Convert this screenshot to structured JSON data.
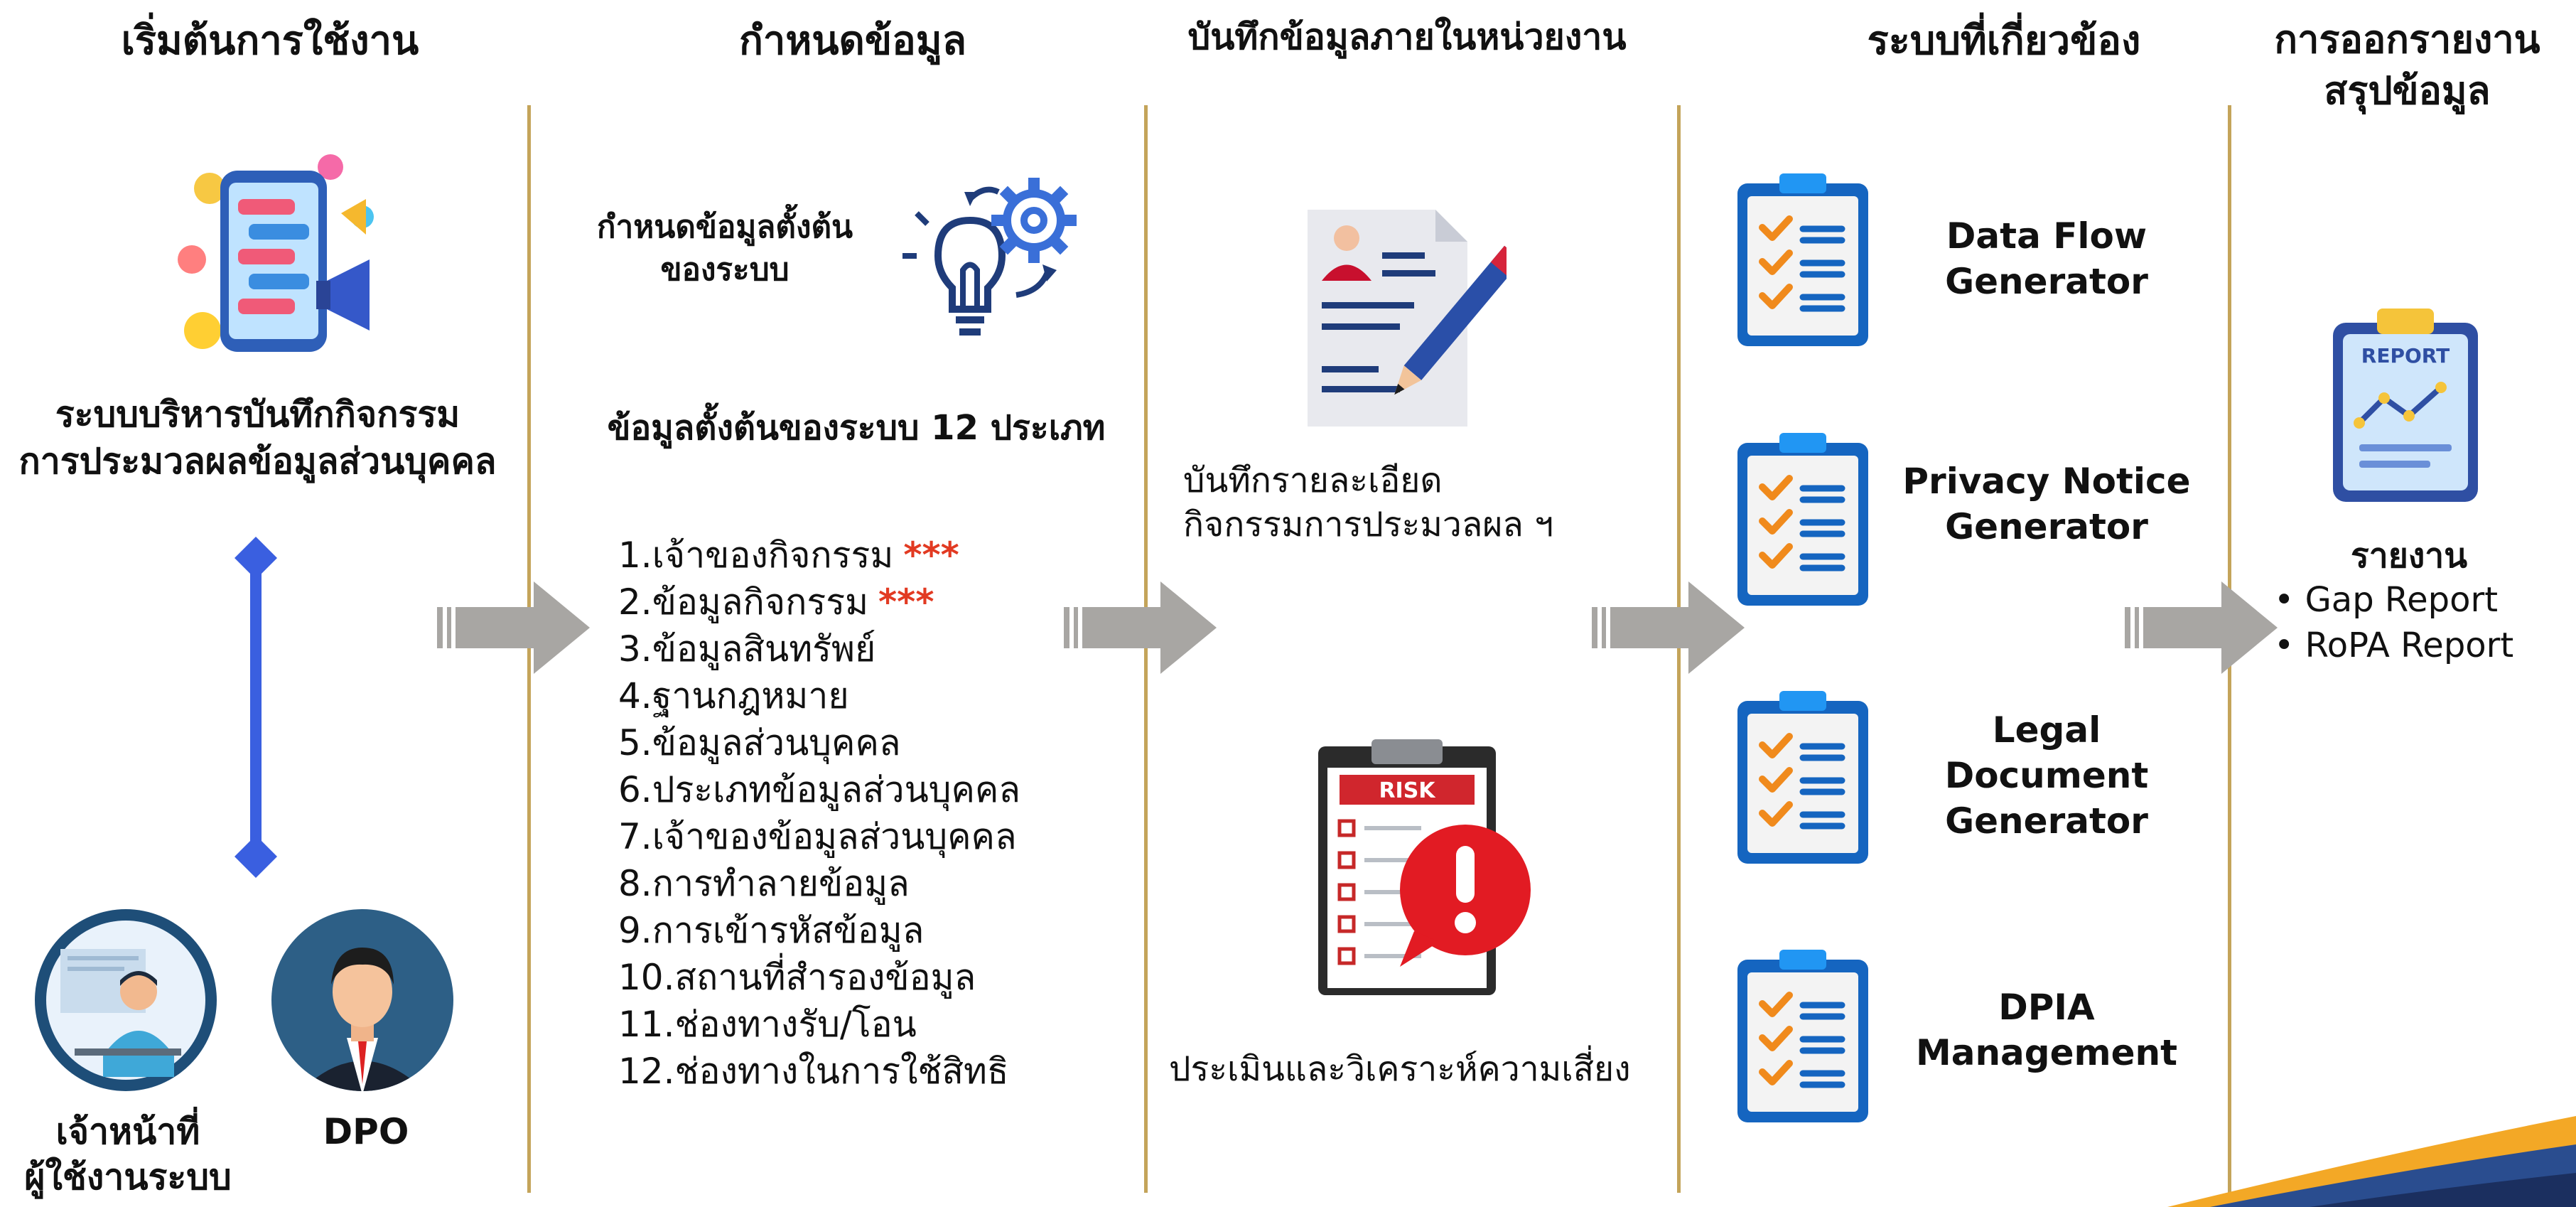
{
  "columns": {
    "start": {
      "title": "เริ่มต้นการใช้งาน"
    },
    "define": {
      "title": "กำหนดข้อมูล"
    },
    "record": {
      "title": "บันทึกข้อมูลภายในหน่วยงาน"
    },
    "related": {
      "title": "ระบบที่เกี่ยวข้อง"
    },
    "report": {
      "title_line1": "การออกรายงาน",
      "title_line2": "สรุปข้อมูล"
    }
  },
  "start": {
    "system_line1": "ระบบบริหารบันทึกกิจกรรม",
    "system_line2": "การประมวลผลข้อมูลส่วนบุคคล",
    "officer_line1": "เจ้าหน้าที่",
    "officer_line2": "ผู้ใช้งานระบบ",
    "dpo_label": "DPO"
  },
  "define": {
    "setup_line1": "กำหนดข้อมูลตั้งต้น",
    "setup_line2": "ของระบบ",
    "subtitle": "ข้อมูลตั้งต้นของระบบ 12 ประเภท",
    "items": [
      {
        "text": "1.เจ้าของกิจกรรม",
        "mark": "***"
      },
      {
        "text": "2.ข้อมูลกิจกรรม",
        "mark": "***"
      },
      {
        "text": "3.ข้อมูลสินทรัพย์",
        "mark": ""
      },
      {
        "text": "4.ฐานกฎหมาย",
        "mark": ""
      },
      {
        "text": "5.ข้อมูลส่วนบุคคล",
        "mark": ""
      },
      {
        "text": "6.ประเภทข้อมูลส่วนบุคคล",
        "mark": ""
      },
      {
        "text": "7.เจ้าของข้อมูลส่วนบุคคล",
        "mark": ""
      },
      {
        "text": "8.การทำลายข้อมูล",
        "mark": ""
      },
      {
        "text": "9.การเข้ารหัสข้อมูล",
        "mark": ""
      },
      {
        "text": "10.สถานที่สำรองข้อมูล",
        "mark": ""
      },
      {
        "text": "11.ช่องทางรับ/โอน",
        "mark": ""
      },
      {
        "text": "12.ช่องทางในการใช้สิทธิ",
        "mark": ""
      }
    ]
  },
  "record": {
    "detail_line1": "บันทึกรายละเอียด",
    "detail_line2": "กิจกรรมการประมวลผล ฯ",
    "risk_label": "ประเมินและวิเคราะห์ความเสี่ยง",
    "risk_badge": "RISK"
  },
  "related": {
    "tools": [
      {
        "line1": "Data Flow",
        "line2": "Generator",
        "line3": ""
      },
      {
        "line1": "Privacy Notice",
        "line2": "Generator",
        "line3": ""
      },
      {
        "line1": "Legal",
        "line2": "Document",
        "line3": "Generator"
      },
      {
        "line1": "DPIA",
        "line2": "Management",
        "line3": ""
      }
    ]
  },
  "report": {
    "badge": "REPORT",
    "heading": "รายงาน",
    "bullets": [
      "Gap Report",
      "RoPA Report"
    ]
  },
  "colors": {
    "divider": "#c4a45a",
    "arrow": "#a8a6a3",
    "accent_blue": "#3a5fe0",
    "navy": "#1f3c7a",
    "orange": "#f08a1c",
    "red": "#e21b23",
    "star_red": "#e23a22"
  },
  "icons": [
    "social-phone-icon",
    "timeline-connector",
    "officer-avatar-icon",
    "dpo-avatar-icon",
    "idea-gear-icon",
    "document-pen-icon",
    "risk-clipboard-icon",
    "checklist-clipboard-icon",
    "report-clipboard-icon",
    "arrow-right-icon"
  ]
}
